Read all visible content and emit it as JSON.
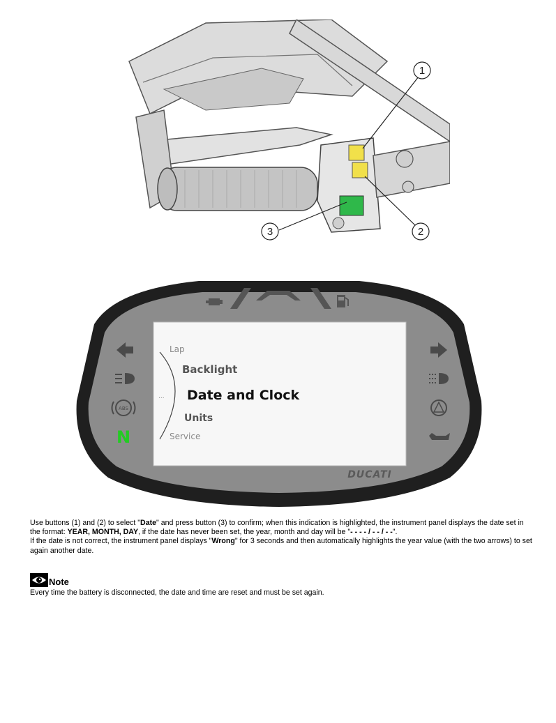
{
  "figure_handlebar": {
    "callouts": [
      "1",
      "2",
      "3"
    ]
  },
  "figure_dashboard": {
    "menu": {
      "items": [
        "Lap",
        "Backlight",
        "Date and Clock",
        "Units",
        "Service"
      ],
      "selected": "Date and Clock",
      "more_indicator": "..."
    },
    "left_indicators": [
      "arrow-left-icon",
      "headlight-icon",
      "abs-icon",
      "N"
    ],
    "right_indicators": [
      "arrow-right-icon",
      "high-beam-icon",
      "warning-triangle-icon",
      "oil-can-icon"
    ],
    "top_indicators": [
      "engine-icon",
      "rpm-bars",
      "fuel-pump-icon"
    ],
    "neutral_color": "#22cc22",
    "brand": "DUCATI"
  },
  "body": {
    "p1_a": "Use buttons (1) and (2) to select \"",
    "p1_date": "Date",
    "p1_b": "\" and press button (3) to confirm; when this indication is highlighted, the instrument panel displays the date set in the format: ",
    "p1_format": "YEAR, MONTH, DAY",
    "p1_c": ", if the date has never been set, the year, month and day will be \"",
    "p1_dashes": "- - - - / - - / - -",
    "p1_d": "\".",
    "p2_a": "If the date is not correct, the instrument panel displays \"",
    "p2_wrong": "Wrong",
    "p2_b": "\" for 3 seconds and then automatically highlights the year value (with the two arrows) to set again another date."
  },
  "note": {
    "icon": "eye-icon",
    "title": "Note",
    "text": "Every time the battery is disconnected, the date and time are reset and must be set again."
  }
}
